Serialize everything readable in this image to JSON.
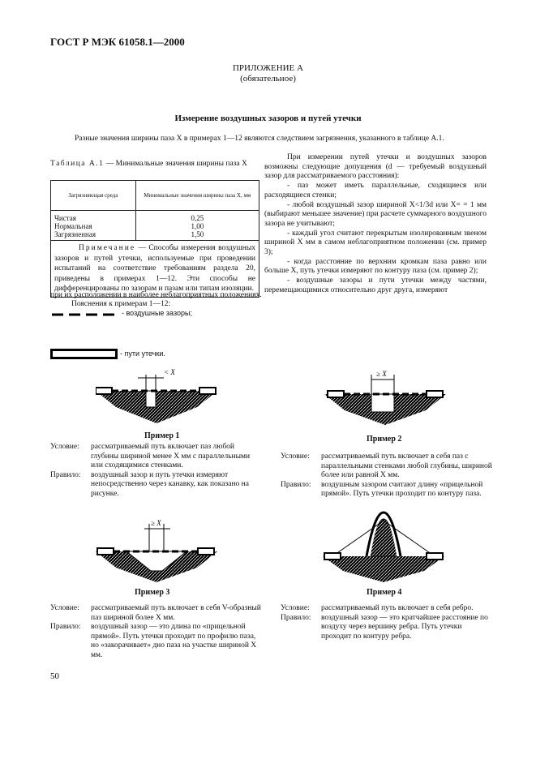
{
  "header": "ГОСТ Р МЭК 61058.1—2000",
  "appendix": {
    "title": "ПРИЛОЖЕНИЕ А",
    "subtitle": "(обязательное)"
  },
  "section_title": "Измерение воздушных зазоров и путей утечки",
  "intro": "Разные значения ширины паза X в примерах 1—12 являются следствием загрязнения, указанного в таблице А.1.",
  "table": {
    "caption_lead": "Таблица А.1",
    "caption_rest": " — Минимальные значения ширины паза X",
    "col1": "Загрязняющая среда",
    "col2": "Минимальные значения ширины паза X, мм",
    "rows_env": "Чистая\nНормальная\nЗагрязненная",
    "rows_val": "0,25\n1,00\n1,50",
    "note_lead": "Примечание",
    "note_rest": " — Способы измерения воздушных зазоров и путей утечки, используемые при проведении испытаний на соответствие требованиям раздела 20, приведены в примерах 1—12. Эти способы не дифференцированы по зазорам и пазам или типам изоляции."
  },
  "right_text": [
    "При измерении путей утечки и воздушных зазоров возможны следующие допущения (d — требуемый воздушный зазор для рассматриваемого расстояния):",
    "- паз может иметь параллельные, сходящиеся или расходящиеся стенки;",
    "- любой воздушный зазор шириной X<1/3d или X= = 1 мм (выбирают меньшее значение) при расчете суммарного воздушного зазора не учитывают;",
    "- каждый угол считают перекрытым изолированным звеном шириной X мм в самом неблагоприятном положении (см. пример 3);",
    "- когда расстояние по верхним кромкам паза равно или больше X, путь утечки измеряют по контуру паза (см. пример 2);",
    "- воздушные зазоры и пути утечки между частями, перемещающимися относительно друг друга, измеряют"
  ],
  "tail_text": "при их расположении в наиболее неблагоприятных положениях.",
  "explain": "Пояснения к примерам 1—12:",
  "legend": {
    "air": "- воздушные зазоры;",
    "creep": "- пути утечки."
  },
  "labels": {
    "lt_x": "< X",
    "ge_x": "≥ X",
    "condition": "Условие:",
    "rule": "Правило:"
  },
  "examples": [
    {
      "title": "Пример 1",
      "condition": "рассматриваемый путь включает паз любой глубины шириной менее X мм с параллельными или сходящимися стенками.",
      "rule": "воздушный зазор и путь утечки измеряют непосредственно через канавку, как показано на рисунке."
    },
    {
      "title": "Пример 2",
      "condition": "рассматриваемый путь включает в себя паз с параллельными стенками любой глубины, шириной более или равной X мм.",
      "rule": "воздушным зазором считают длину «прицельной прямой». Путь утечки проходит по контуру паза."
    },
    {
      "title": "Пример 3",
      "condition": "рассматриваемый путь включает в себя V-образный паз шириной более X мм.",
      "rule": "воздушный зазор — это длина по «прицельной прямой». Путь утечки проходит по профилю паза, но «закорачивает» дно паза на участке шириной X мм."
    },
    {
      "title": "Пример 4",
      "condition": "рассматриваемый путь включает в себя ребро.",
      "rule": "воздушный зазор — это кратчайшее расстояние по воздуху через вершину ребра. Путь утечки проходит по контуру ребра."
    }
  ],
  "page_number": "50"
}
